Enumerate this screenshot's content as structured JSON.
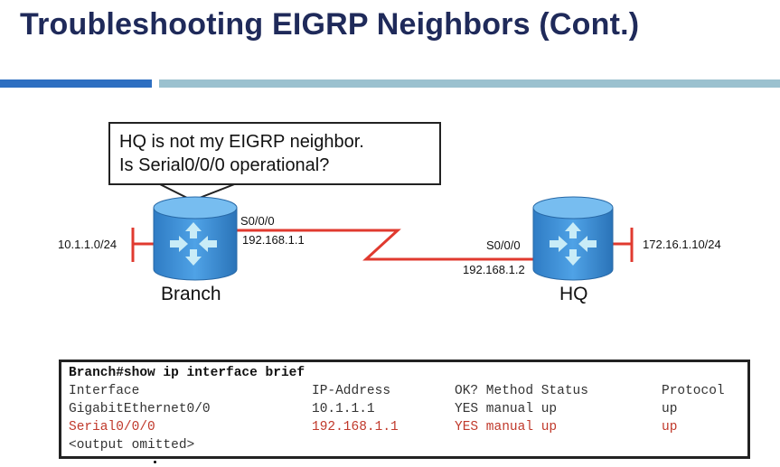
{
  "slide": {
    "title": "Troubleshooting EIGRP Neighbors (Cont.)"
  },
  "callout": {
    "line1": "HQ is not my EIGRP neighbor.",
    "line2": "Is Serial0/0/0 operational?"
  },
  "routers": {
    "branch": {
      "name": "Branch",
      "lan": "10.1.1.0/24",
      "serial_if": "S0/0/0",
      "serial_ip": "192.168.1.1"
    },
    "hq": {
      "name": "HQ",
      "lan": "172.16.1.10/24",
      "serial_if": "S0/0/0",
      "serial_ip": "192.168.1.2"
    }
  },
  "colors": {
    "router_fill": "#3d8fd6",
    "link": "#e03a2f",
    "title": "#1f2a5a",
    "highlight": "#c0392b"
  },
  "cli": {
    "command": "Branch#show ip interface brief",
    "headers": [
      "Interface",
      "IP-Address",
      "OK? Method Status",
      "Protocol"
    ],
    "rows": [
      {
        "cells": [
          "GigabitEthernet0/0",
          "10.1.1.1",
          "YES manual up",
          "up"
        ],
        "highlight": false
      },
      {
        "cells": [
          "Serial0/0/0",
          "192.168.1.1",
          "YES manual up",
          "up"
        ],
        "highlight": true
      }
    ],
    "footer": "<output omitted>"
  }
}
